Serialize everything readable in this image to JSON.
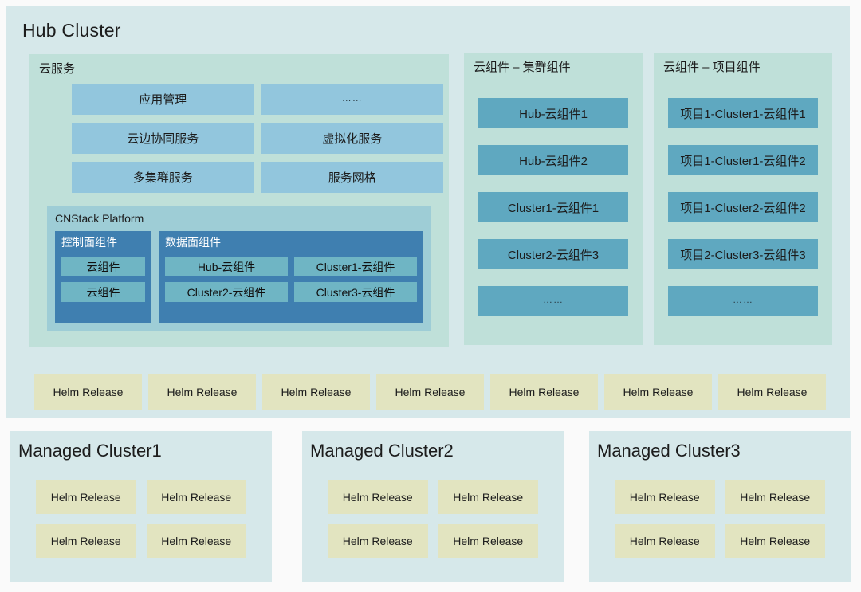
{
  "hub_cluster": {
    "title": "Hub Cluster",
    "cloud_services": {
      "title": "云服务",
      "tiles": [
        [
          "应用管理",
          "……"
        ],
        [
          "云边协同服务",
          "虚拟化服务"
        ],
        [
          "多集群服务",
          "服务网格"
        ]
      ],
      "cnstack": {
        "title": "CNStack Platform",
        "control_plane": {
          "title": "控制面组件",
          "rows": [
            [
              "云组件"
            ],
            [
              "云组件"
            ]
          ]
        },
        "data_plane": {
          "title": "数据面组件",
          "rows": [
            [
              "Hub-云组件",
              "Cluster1-云组件"
            ],
            [
              "Cluster2-云组件",
              "Cluster3-云组件"
            ]
          ]
        }
      }
    },
    "cluster_components": {
      "title": "云组件 – 集群组件",
      "items": [
        "Hub-云组件1",
        "Hub-云组件2",
        "Cluster1-云组件1",
        "Cluster2-云组件3",
        "……"
      ]
    },
    "project_components": {
      "title": "云组件 – 项目组件",
      "items": [
        "项目1-Cluster1-云组件1",
        "项目1-Cluster1-云组件2",
        "项目1-Cluster2-云组件2",
        "项目2-Cluster3-云组件3",
        "……"
      ]
    },
    "helm_releases": [
      "Helm Release",
      "Helm Release",
      "Helm Release",
      "Helm Release",
      "Helm Release",
      "Helm Release",
      "Helm Release"
    ]
  },
  "managed_clusters": [
    {
      "title": "Managed Cluster1",
      "rows": [
        [
          "Helm Release",
          "Helm Release"
        ],
        [
          "Helm Release",
          "Helm Release"
        ]
      ]
    },
    {
      "title": "Managed Cluster2",
      "rows": [
        [
          "Helm Release",
          "Helm Release"
        ],
        [
          "Helm Release",
          "Helm Release"
        ]
      ]
    },
    {
      "title": "Managed Cluster3",
      "rows": [
        [
          "Helm Release",
          "Helm Release"
        ],
        [
          "Helm Release",
          "Helm Release"
        ]
      ]
    }
  ],
  "colors": {
    "page_background": "#fafafa",
    "cluster_panel": "#d6e8ea",
    "green_panel": "#bfe0d9",
    "service_tile": "#92c6dd",
    "cnstack_panel": "#9ecdd6",
    "plane_panel": "#3f7fb0",
    "plane_chip": "#6fb5c4",
    "component_chip": "#5fa8c0",
    "helm_chip": "#e2e4c0",
    "text": "#1c1c1c"
  }
}
